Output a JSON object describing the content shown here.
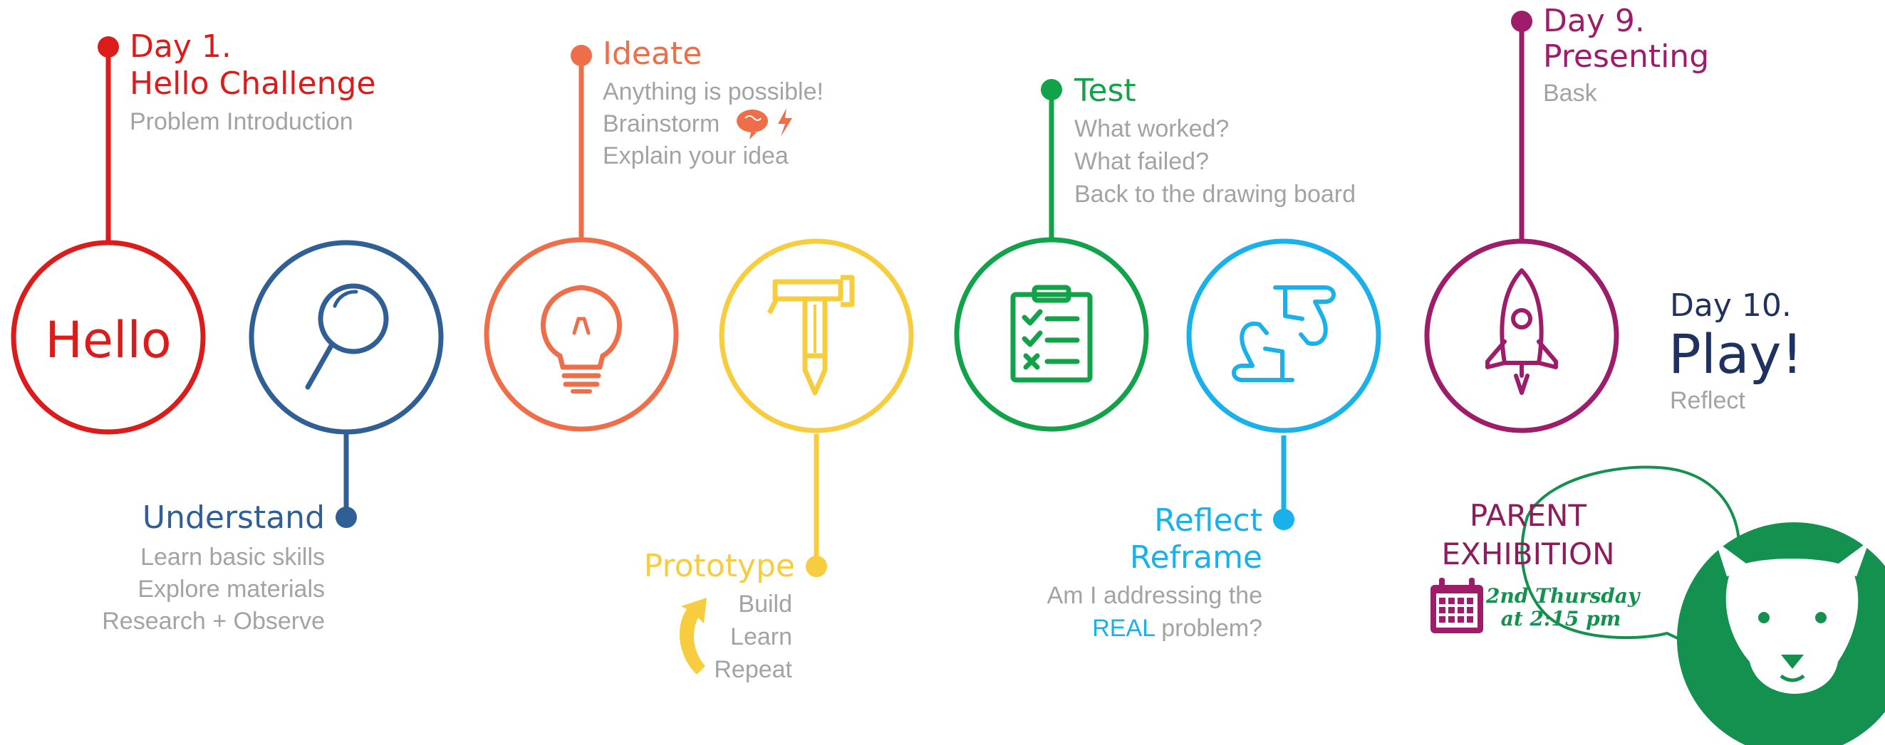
{
  "colors": {
    "hello": "#dc1b1b",
    "understand": "#2f5f94",
    "ideate": "#ee6e49",
    "prototype": "#f7cc3e",
    "test": "#12a24a",
    "reflect": "#1ab1ea",
    "presenting": "#9d1d6a",
    "play": "#1f315f",
    "muted": "#a3a3a3",
    "mascot": "#14904f"
  },
  "hello": {
    "day": "Day 1.",
    "title": "Hello Challenge",
    "lines": [
      "Problem Introduction"
    ],
    "circle_text": "Hello"
  },
  "understand": {
    "title": "Understand",
    "lines": [
      "Learn basic skills",
      "Explore materials",
      "Research + Observe"
    ],
    "icon": "magnifier-icon"
  },
  "ideate": {
    "title": "Ideate",
    "lines": [
      "Anything is possible!",
      "Brainstorm",
      "Explain your idea"
    ],
    "icon": "lightbulb-icon"
  },
  "prototype": {
    "title": "Prototype",
    "lines": [
      "Build",
      "Learn",
      "Repeat"
    ],
    "icon": "hammer-pencil-icon"
  },
  "test": {
    "title": "Test",
    "lines": [
      "What worked?",
      "What failed?",
      "Back to the drawing board"
    ],
    "icon": "checklist-icon"
  },
  "reflect": {
    "title1": "Reflect",
    "title2": "Reframe",
    "line1": "Am I addressing the",
    "line2_highlight": "REAL",
    "line2_rest": " problem?",
    "icon": "framing-hands-icon"
  },
  "presenting": {
    "day": "Day 9.",
    "title": "Presenting",
    "lines": [
      "Bask"
    ],
    "icon": "rocket-icon"
  },
  "play": {
    "day": "Day 10.",
    "title": "Play!",
    "lines": [
      "Reflect"
    ]
  },
  "exhibition": {
    "title1": "PARENT",
    "title2": "EXHIBITION",
    "date1": "2nd Thursday",
    "date2": "at 2:15 pm",
    "icon": "calendar-icon",
    "mascot": "dog-mascot-icon"
  }
}
